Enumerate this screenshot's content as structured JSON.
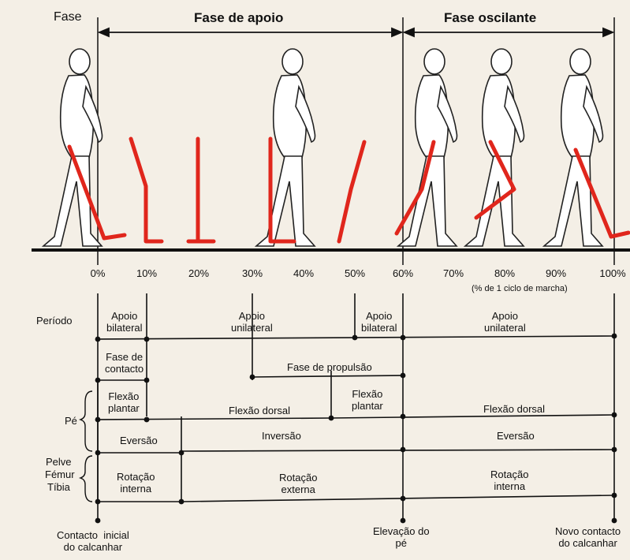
{
  "header": {
    "fase_label": "Fase",
    "stance_phase": "Fase de apoio",
    "swing_phase": "Fase oscilante"
  },
  "scale": {
    "ticks": [
      "0%",
      "10%",
      "20%",
      "30%",
      "40%",
      "50%",
      "60%",
      "70%",
      "80%",
      "90%",
      "100%"
    ],
    "note": "(% de 1 ciclo de marcha)"
  },
  "rows": {
    "periodo": "Período",
    "pe": "Pé",
    "pelve": "Pelve",
    "femur": "Fémur",
    "tibia": "Tíbia"
  },
  "periods": {
    "apoio_bilateral_1": [
      "Apoio",
      "bilateral"
    ],
    "apoio_unilateral_1": [
      "Apoio",
      "unilateral"
    ],
    "apoio_bilateral_2": [
      "Apoio",
      "bilateral"
    ],
    "apoio_unilateral_2": [
      "Apoio",
      "unilateral"
    ],
    "fase_contacto": [
      "Fase de",
      "contacto"
    ],
    "fase_propulsao": "Fase de propulsão"
  },
  "foot": {
    "flexao_plantar_1": [
      "Flexão",
      "plantar"
    ],
    "flexao_dorsal_1": "Flexão dorsal",
    "flexao_plantar_2": [
      "Flexão",
      "plantar"
    ],
    "flexao_dorsal_2": "Flexão dorsal",
    "eversao_1": "Eversão",
    "inversao": "Inversão",
    "eversao_2": "Eversão"
  },
  "rotation": {
    "interna_1": [
      "Rotação",
      "interna"
    ],
    "externa": [
      "Rotação",
      "externa"
    ],
    "interna_2": [
      "Rotação",
      "interna"
    ]
  },
  "events": {
    "contacto_inicial": [
      "Contacto  inicial",
      "do calcanhar"
    ],
    "elevacao": [
      "Elevação do",
      "pé"
    ],
    "novo_contacto": [
      "Novo contacto",
      "do calcanhar"
    ]
  },
  "colors": {
    "leg": "#e0261c",
    "line": "#111111",
    "figure_fill": "#ffffff",
    "background": "#f4efe6"
  }
}
